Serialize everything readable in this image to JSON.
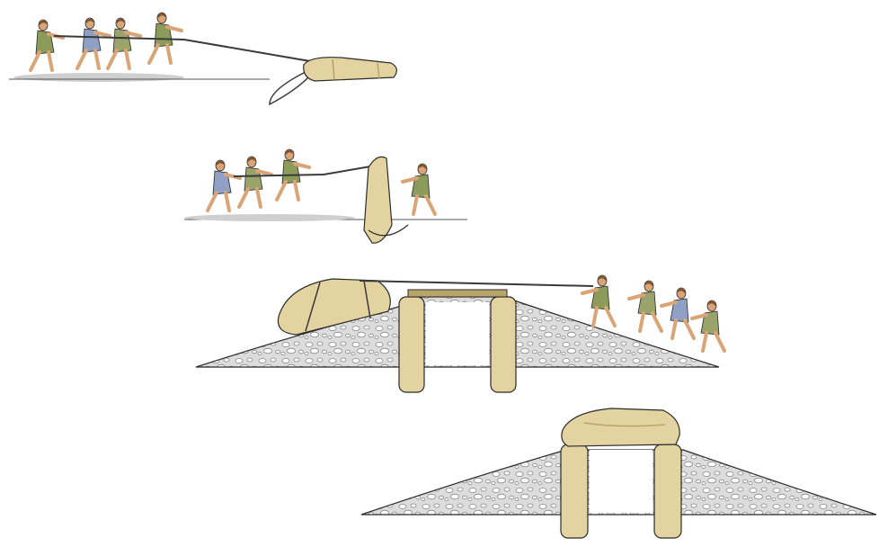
{
  "diagram": {
    "subject": "",
    "colors": {
      "skin": "#d9a577",
      "hair": "#7a5230",
      "tunic_green": "#8c9a5a",
      "tunic_blue": "#8ea0c4",
      "tunic_olive": "#9aa36a",
      "stone": "#e3d3a0",
      "stone_shadow": "#b8a468",
      "rope": "#3a3a3a",
      "mound": "#d9d9d9",
      "pebble": "#ffffff",
      "ground": "#c8c8c8",
      "outline": "#2b2b2b"
    },
    "stages": [
      {
        "name": "haul",
        "pullers": 4
      },
      {
        "name": "raise",
        "pullers": 3,
        "helpers": 1
      },
      {
        "name": "drag-capstone",
        "pullers": 4
      },
      {
        "name": "dolmen",
        "pullers": 0
      }
    ]
  }
}
